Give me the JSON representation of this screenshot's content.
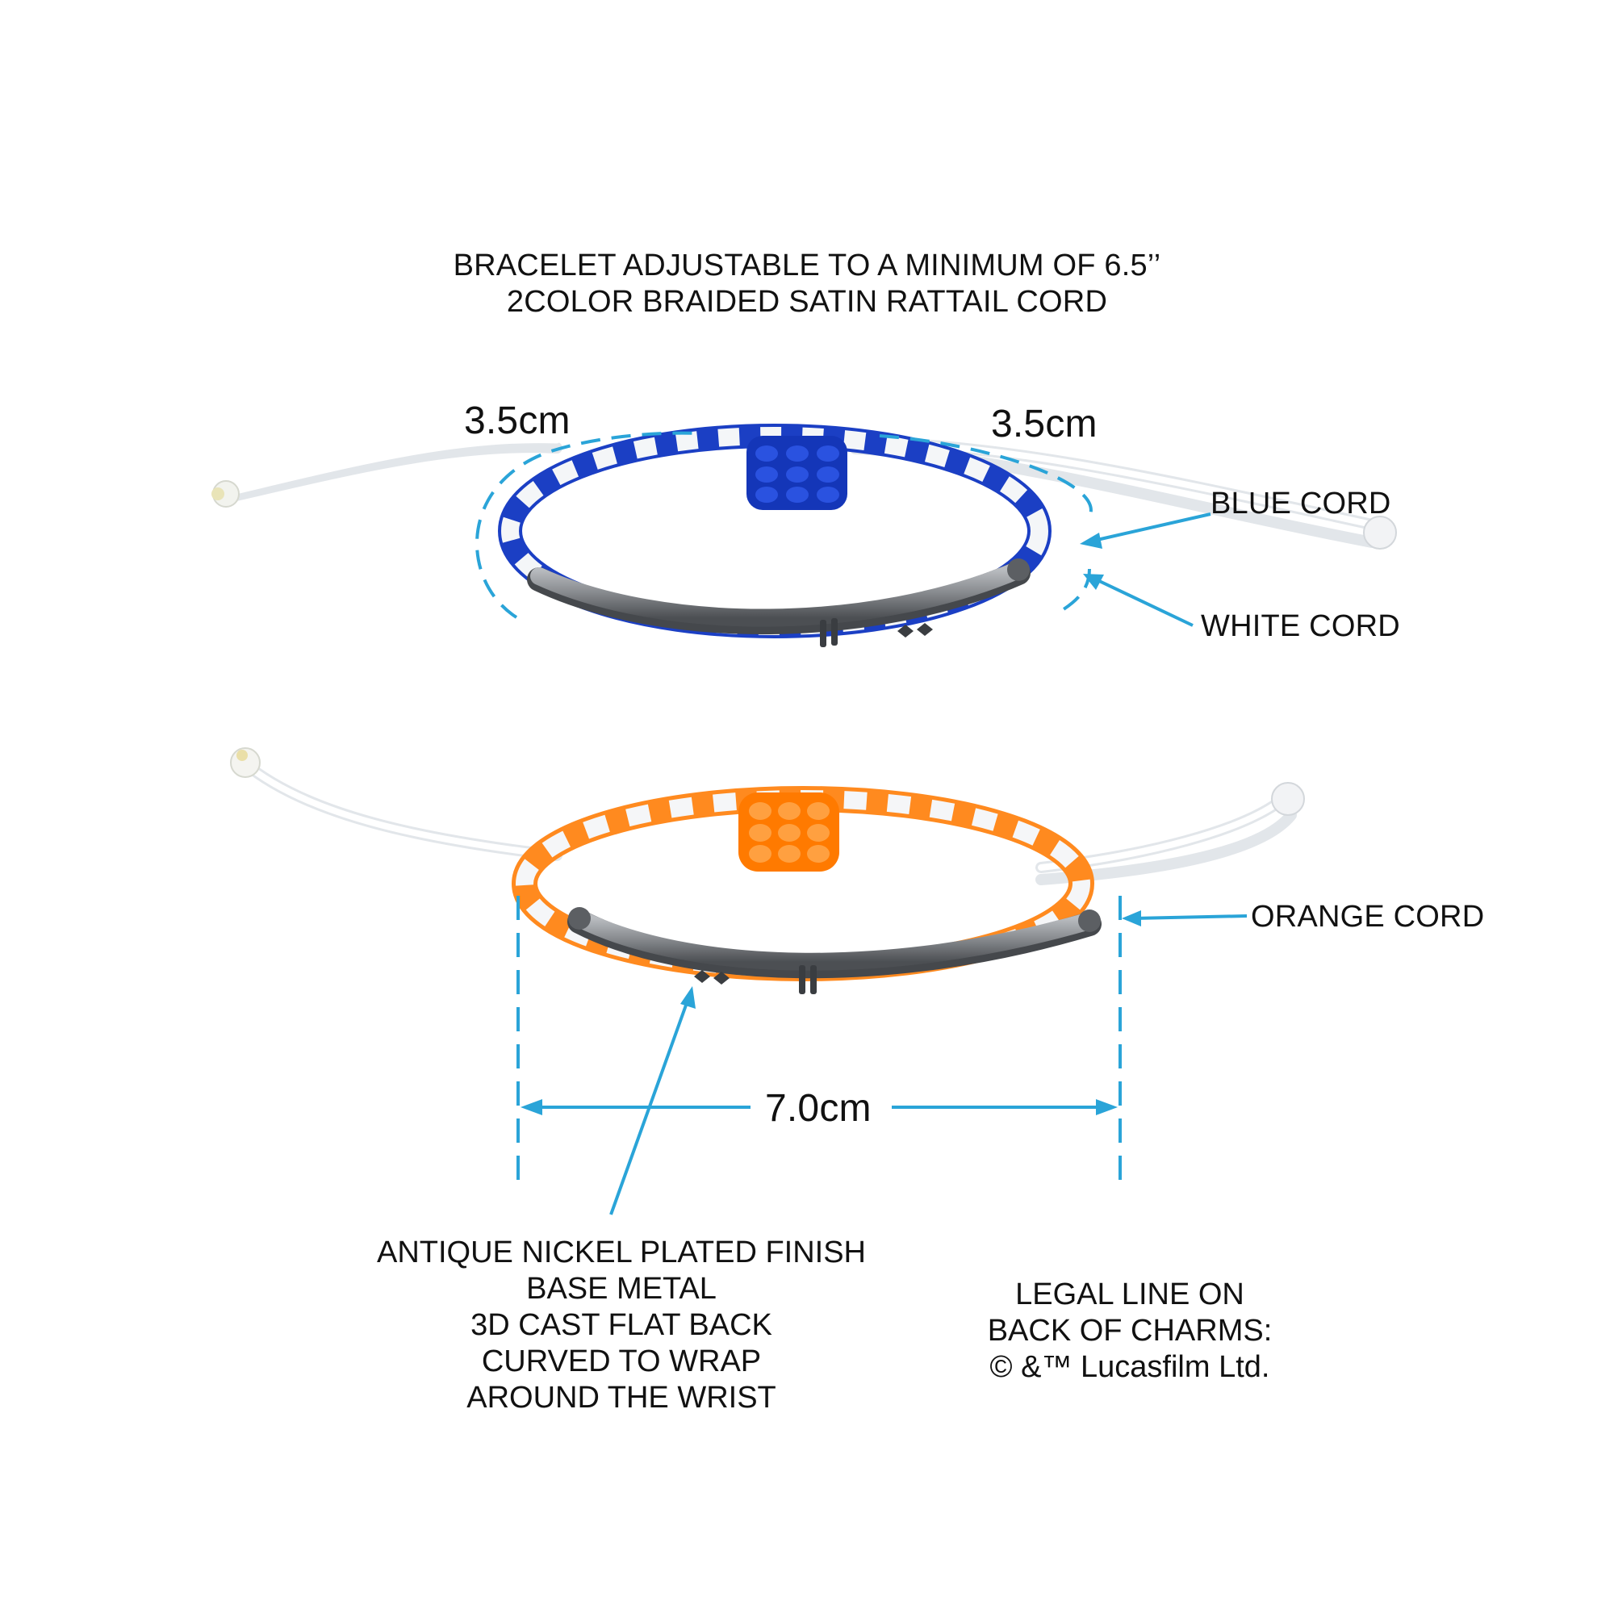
{
  "header": {
    "line1": "BRACELET ADJUSTABLE TO A MINIMUM OF 6.5’’",
    "line2": "2COLOR BRAIDED SATIN RATTAIL CORD"
  },
  "dimensions": {
    "left_arc": "3.5cm",
    "right_arc": "3.5cm",
    "width": "7.0cm"
  },
  "callouts": {
    "blue_cord": "BLUE CORD",
    "white_cord": "WHITE CORD",
    "orange_cord": "ORANGE CORD"
  },
  "finish_note": [
    "ANTIQUE NICKEL PLATED FINISH",
    "BASE METAL",
    "3D CAST FLAT BACK",
    "CURVED TO WRAP",
    "AROUND THE WRIST"
  ],
  "legal_note": [
    "LEGAL LINE ON",
    "BACK OF CHARMS:",
    "© &™ Lucasfilm Ltd."
  ],
  "colors": {
    "dimension_line": "#2aa4d8",
    "blue_cord": "#1b3fc4",
    "white_cord": "#f4f6f8",
    "orange_cord": "#ff8a1f",
    "metal": "#7d8085"
  }
}
